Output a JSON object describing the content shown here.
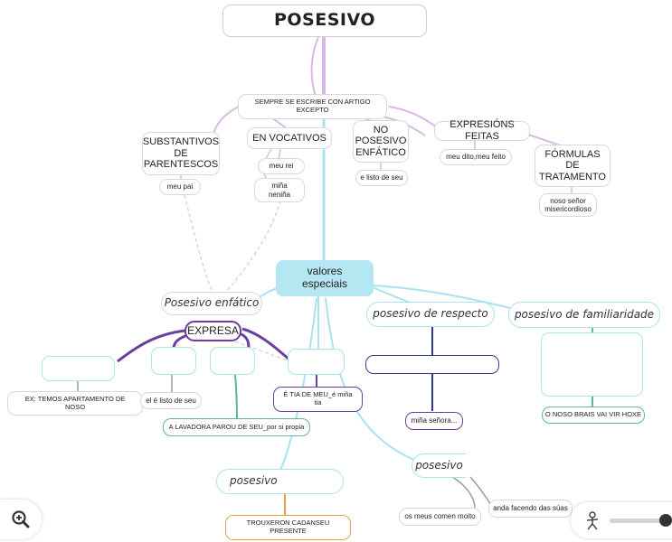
{
  "map": {
    "title": "POSESIVO",
    "artigo": "SEMPRE SE ESCRIBE CON ARTIGO\nEXCEPTO",
    "substantivos": "SUBSTANTIVOS\nDE\nPARENTESCOS",
    "meu_pai": "meu pai",
    "en_vocativos": "EN VOCATIVOS",
    "meu_rei": "meu rei",
    "mina_nenina": "miña\nneniña",
    "no_posesivo": "NO\nPOSESIVO\nENFÁTICO",
    "e_listo": "e listo de seu",
    "expresions": "EXPRESIÓNS FEITAS",
    "meu_dito": "meu dito,meu feito",
    "formulas": "FÓRMULAS\nDE\nTRATAMENTO",
    "noso_senor": "noso señor\nmisericordioso",
    "valores": "valores\nespeciais",
    "posesivo_enfatico": "Posesivo enfático",
    "expresa": "EXPRESA",
    "ex_temos": "EX: TEMOS APARTAMENTO DE\nNOSO",
    "el_listo": "el é listo de seu",
    "lavadora": "A LAVADORA PAROU DE SEU_por si propia",
    "tia": "É TIA DE MEU_é miña\ntia",
    "posesivo_respecto": "posesivo de respecto",
    "mina_senora": "miña señora...",
    "posesivo_familiaridade": "posesivo de familiaridade",
    "noso_brais": "O NOSO BRAIS VAI VIR HOXE",
    "posesivo_lower": "posesivo",
    "os_meus": "os meus comen moito",
    "anda_facendo": "anda facendo das súas",
    "posesivo_bottom": "posesivo",
    "trouxeron": "TROUXERON CADANSEU\nPRESENTE"
  },
  "colors": {
    "lilac": "#d9b8e8",
    "cyan": "#a8e3ef",
    "center_fill": "#b4e7f2",
    "purple_dark": "#6b3fa0",
    "teal": "#5fb5a5",
    "navy": "#2f3a8a",
    "orange": "#e3a24e"
  },
  "controls": {
    "zoom_icon": "zoom-in-icon",
    "person_icon": "person-icon"
  }
}
